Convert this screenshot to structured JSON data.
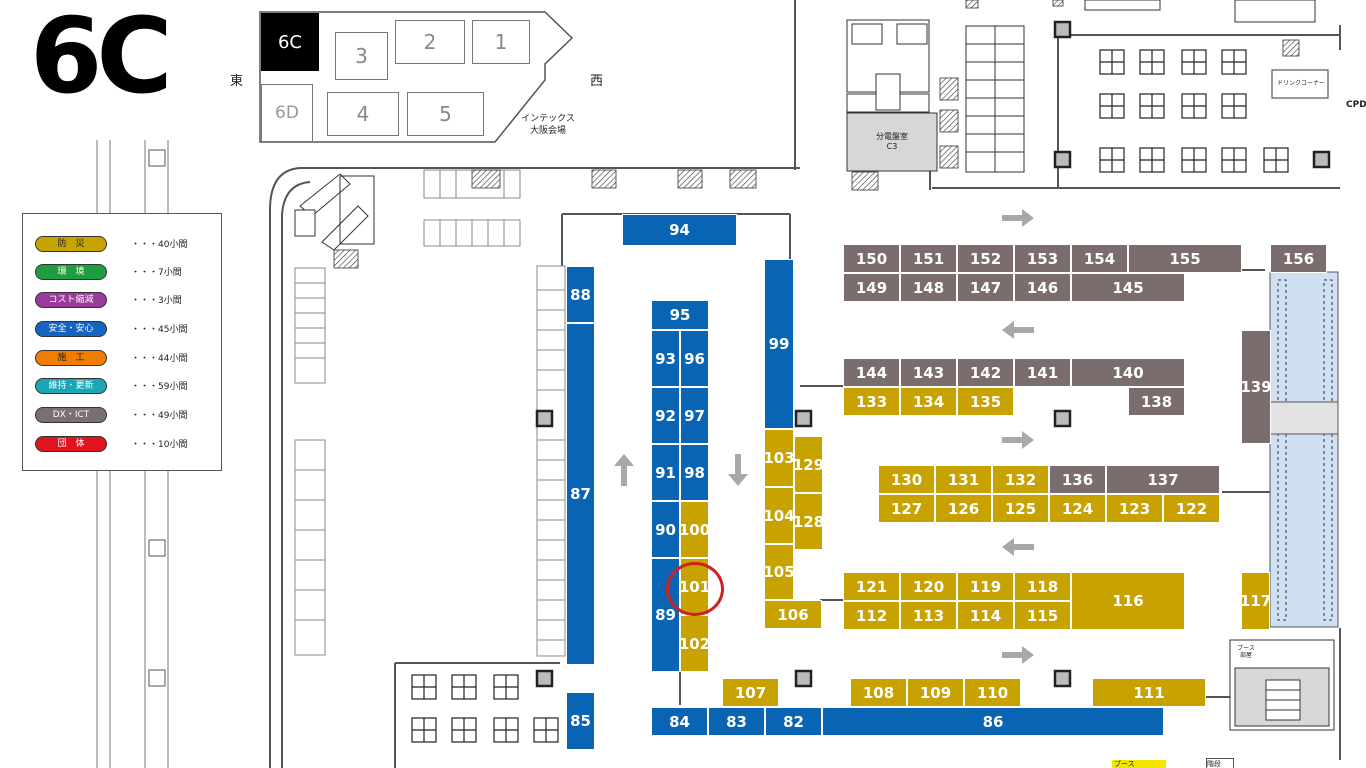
{
  "map": {
    "hall_code": "6C",
    "east_label": "東",
    "west_label": "西",
    "venue_line1": "インテックス",
    "venue_line2": "大阪会場",
    "room_label_1": "分電盤室",
    "room_label_2": "C3",
    "printer_corner": "ドリンクコーナー",
    "cpd_label": "CPD",
    "stairs_label": "ブース部屋",
    "bottom_label": "ブース",
    "bottom_label_2": "階段",
    "highlighted_booth": "101"
  },
  "halls": [
    {
      "id": "6C",
      "label": "6C",
      "state": "active"
    },
    {
      "id": "6D",
      "label": "6D",
      "state": "dim"
    },
    {
      "id": "1",
      "label": "1",
      "state": "normal"
    },
    {
      "id": "2",
      "label": "2",
      "state": "normal"
    },
    {
      "id": "3",
      "label": "3",
      "state": "normal"
    },
    {
      "id": "4",
      "label": "4",
      "state": "normal"
    },
    {
      "id": "5",
      "label": "5",
      "state": "normal"
    }
  ],
  "legend": [
    {
      "label": "防　災",
      "count": "・・・40小間",
      "color": "#c8a400"
    },
    {
      "label": "環　境",
      "count": "・・・7小間",
      "color": "#1e9e3e"
    },
    {
      "label": "コスト縮減",
      "count": "・・・3小間",
      "color": "#9a3a9a"
    },
    {
      "label": "安全・安心",
      "count": "・・・45小間",
      "color": "#1565c0"
    },
    {
      "label": "施　工",
      "count": "・・・44小間",
      "color": "#ef7d00"
    },
    {
      "label": "維持・更新",
      "count": "・・・59小間",
      "color": "#1aa6b7"
    },
    {
      "label": "DX・ICT",
      "count": "・・・49小間",
      "color": "#7a7070"
    },
    {
      "label": "団　体",
      "count": "・・・10小間",
      "color": "#e0141e"
    }
  ],
  "category_colors": {
    "blue": "#0a64b4",
    "gold": "#c8a200",
    "gray": "#7b6d6e"
  },
  "booths": [
    {
      "label": "94",
      "cat": "blue"
    },
    {
      "label": "88",
      "cat": "blue"
    },
    {
      "label": "87",
      "cat": "blue"
    },
    {
      "label": "85",
      "cat": "blue"
    },
    {
      "label": "95",
      "cat": "blue"
    },
    {
      "label": "93",
      "cat": "blue"
    },
    {
      "label": "96",
      "cat": "blue"
    },
    {
      "label": "92",
      "cat": "blue"
    },
    {
      "label": "97",
      "cat": "blue"
    },
    {
      "label": "91",
      "cat": "blue"
    },
    {
      "label": "98",
      "cat": "blue"
    },
    {
      "label": "90",
      "cat": "blue"
    },
    {
      "label": "100",
      "cat": "gold"
    },
    {
      "label": "101",
      "cat": "gold"
    },
    {
      "label": "89",
      "cat": "blue"
    },
    {
      "label": "102",
      "cat": "gold"
    },
    {
      "label": "99",
      "cat": "blue"
    },
    {
      "label": "103",
      "cat": "gold"
    },
    {
      "label": "129",
      "cat": "gold"
    },
    {
      "label": "104",
      "cat": "gold"
    },
    {
      "label": "128",
      "cat": "gold"
    },
    {
      "label": "105",
      "cat": "gold"
    },
    {
      "label": "106",
      "cat": "gold"
    },
    {
      "label": "150",
      "cat": "gray"
    },
    {
      "label": "151",
      "cat": "gray"
    },
    {
      "label": "152",
      "cat": "gray"
    },
    {
      "label": "153",
      "cat": "gray"
    },
    {
      "label": "154",
      "cat": "gray"
    },
    {
      "label": "155",
      "cat": "gray"
    },
    {
      "label": "156",
      "cat": "gray"
    },
    {
      "label": "149",
      "cat": "gray"
    },
    {
      "label": "148",
      "cat": "gray"
    },
    {
      "label": "147",
      "cat": "gray"
    },
    {
      "label": "146",
      "cat": "gray"
    },
    {
      "label": "145",
      "cat": "gray"
    },
    {
      "label": "144",
      "cat": "gray"
    },
    {
      "label": "143",
      "cat": "gray"
    },
    {
      "label": "142",
      "cat": "gray"
    },
    {
      "label": "141",
      "cat": "gray"
    },
    {
      "label": "140",
      "cat": "gray"
    },
    {
      "label": "133",
      "cat": "gold"
    },
    {
      "label": "134",
      "cat": "gold"
    },
    {
      "label": "135",
      "cat": "gold"
    },
    {
      "label": "138",
      "cat": "gray"
    },
    {
      "label": "139",
      "cat": "gray"
    },
    {
      "label": "130",
      "cat": "gold"
    },
    {
      "label": "131",
      "cat": "gold"
    },
    {
      "label": "132",
      "cat": "gold"
    },
    {
      "label": "136",
      "cat": "gray"
    },
    {
      "label": "137",
      "cat": "gray"
    },
    {
      "label": "127",
      "cat": "gold"
    },
    {
      "label": "126",
      "cat": "gold"
    },
    {
      "label": "125",
      "cat": "gold"
    },
    {
      "label": "124",
      "cat": "gold"
    },
    {
      "label": "123",
      "cat": "gold"
    },
    {
      "label": "122",
      "cat": "gold"
    },
    {
      "label": "121",
      "cat": "gold"
    },
    {
      "label": "120",
      "cat": "gold"
    },
    {
      "label": "119",
      "cat": "gold"
    },
    {
      "label": "118",
      "cat": "gold"
    },
    {
      "label": "116",
      "cat": "gold"
    },
    {
      "label": "117",
      "cat": "gold"
    },
    {
      "label": "112",
      "cat": "gold"
    },
    {
      "label": "113",
      "cat": "gold"
    },
    {
      "label": "114",
      "cat": "gold"
    },
    {
      "label": "115",
      "cat": "gold"
    },
    {
      "label": "107",
      "cat": "gold"
    },
    {
      "label": "108",
      "cat": "gold"
    },
    {
      "label": "109",
      "cat": "gold"
    },
    {
      "label": "110",
      "cat": "gold"
    },
    {
      "label": "111",
      "cat": "gold"
    },
    {
      "label": "84",
      "cat": "blue"
    },
    {
      "label": "83",
      "cat": "blue"
    },
    {
      "label": "82",
      "cat": "blue"
    },
    {
      "label": "86",
      "cat": "blue"
    }
  ]
}
